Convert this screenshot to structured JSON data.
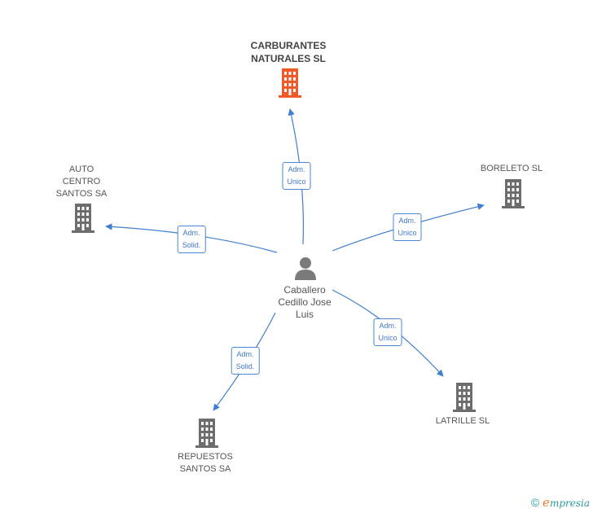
{
  "center": {
    "name_lines": [
      "Caballero",
      "Cedillo Jose",
      "Luis"
    ]
  },
  "companies": {
    "carburantes": {
      "name_lines": [
        "CARBURANTES",
        "NATURALES SL"
      ],
      "color": "#f05a28"
    },
    "auto_centro": {
      "name_lines": [
        "AUTO",
        "CENTRO",
        "SANTOS SA"
      ],
      "color": "#6d6d6d"
    },
    "boreleto": {
      "name_lines": [
        "BORELETO SL"
      ],
      "color": "#6d6d6d"
    },
    "latrille": {
      "name_lines": [
        "LATRILLE SL"
      ],
      "color": "#6d6d6d"
    },
    "repuestos": {
      "name_lines": [
        "REPUESTOS",
        "SANTOS SA"
      ],
      "color": "#6d6d6d"
    }
  },
  "relations": {
    "carburantes": [
      "Adm.",
      "Unico"
    ],
    "auto_centro": [
      "Adm.",
      "Solid."
    ],
    "boreleto": [
      "Adm.",
      "Unico"
    ],
    "latrille": [
      "Adm.",
      "Unico"
    ],
    "repuestos": [
      "Adm.",
      "Solid."
    ]
  },
  "colors": {
    "edge": "#3f7fd0",
    "person": "#7a7a7a"
  },
  "footer": {
    "copyright": "©",
    "brand_first": "e",
    "brand_rest": "mpresia"
  }
}
